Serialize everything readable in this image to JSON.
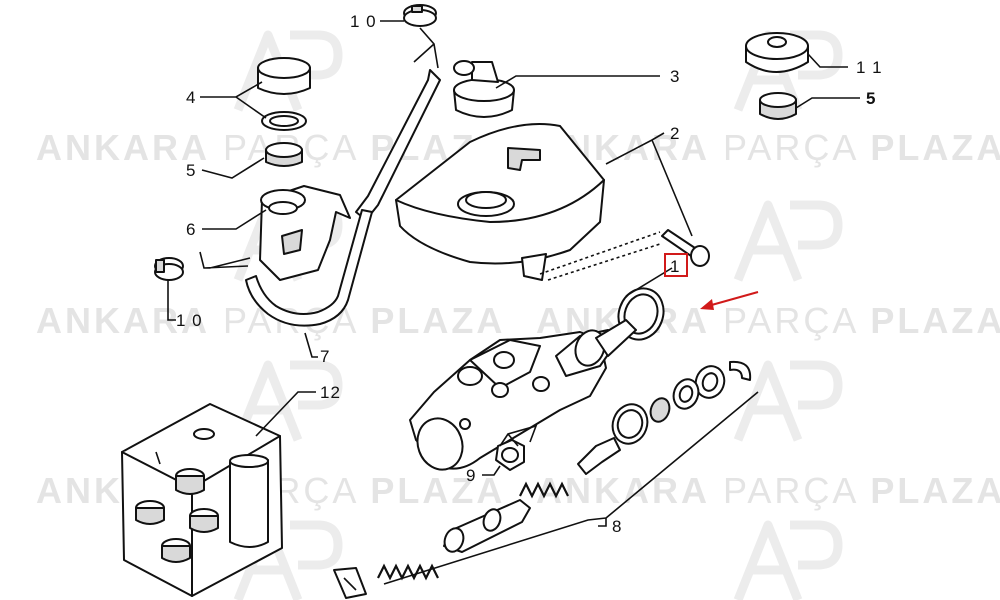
{
  "watermark": {
    "brand_bold": "ANKARA",
    "brand_thin": "PARÇA",
    "brand_bold2": "PLAZA"
  },
  "callouts": {
    "c1": "1",
    "c2": "2",
    "c3": "3",
    "c4": "4",
    "c5_left": "5",
    "c5_right": "5",
    "c6": "6",
    "c7": "7",
    "c8": "8",
    "c9": "9",
    "c10_top": "1 0",
    "c10_left": "1 0",
    "c11": "1 1",
    "c12": "12"
  },
  "colors": {
    "highlight_box": "#d11a1a",
    "arrow": "#d11a1a",
    "watermark": "#e4e4e4"
  },
  "highlighted_part": "1"
}
